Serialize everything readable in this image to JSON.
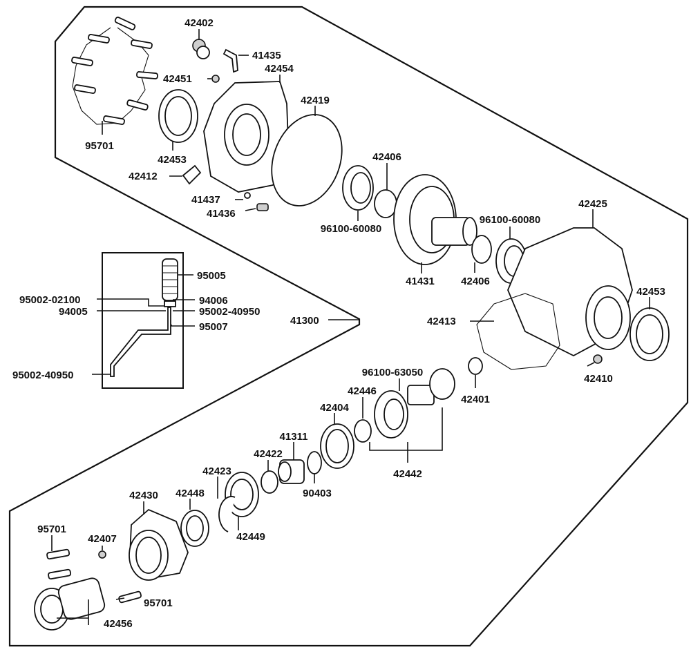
{
  "diagram": {
    "labels": {
      "p42402": "42402",
      "p41435": "41435",
      "p42451": "42451",
      "p42454": "42454",
      "p95701_top": "95701",
      "p42453_left": "42453",
      "p42412": "42412",
      "p42419": "42419",
      "p42406_top": "42406",
      "p41437": "41437",
      "p41436": "41436",
      "p96100_60080_a": "96100-60080",
      "p96100_60080_b": "96100-60080",
      "p42425": "42425",
      "p95005": "95005",
      "p95002_02100": "95002-02100",
      "p94006": "94006",
      "p94005": "94005",
      "p95002_40950_a": "95002-40950",
      "p95007": "95007",
      "p41300": "41300",
      "p95002_40950_b": "95002-40950",
      "p41431": "41431",
      "p42406_mid": "42406",
      "p42453_right": "42453",
      "p42413": "42413",
      "p42410": "42410",
      "p96100_63050": "96100-63050",
      "p42446": "42446",
      "p42401": "42401",
      "p42404": "42404",
      "p41311": "41311",
      "p42422": "42422",
      "p42442": "42442",
      "p42423": "42423",
      "p90403": "90403",
      "p42430": "42430",
      "p42448": "42448",
      "p42449": "42449",
      "p95701_left": "95701",
      "p42407": "42407",
      "p95701_bottom": "95701",
      "p42456": "42456"
    }
  }
}
